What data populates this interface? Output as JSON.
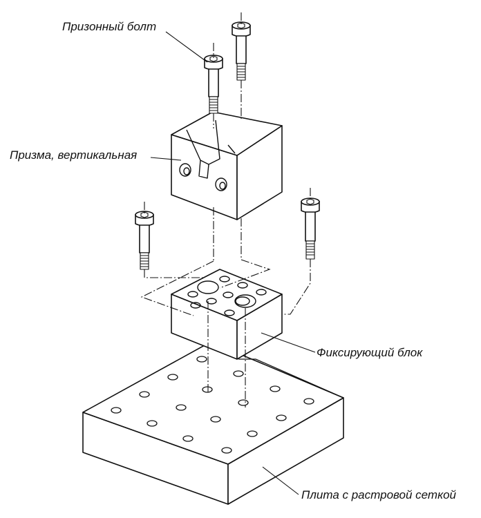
{
  "labels": {
    "fitting_bolt": "Призонный болт",
    "v_block": "Призма, вертикальная",
    "fixing_block": "Фиксирующий блок",
    "grid_plate": "Плита с растровой сеткой"
  },
  "colors": {
    "line": "#111111",
    "background": "#ffffff"
  }
}
